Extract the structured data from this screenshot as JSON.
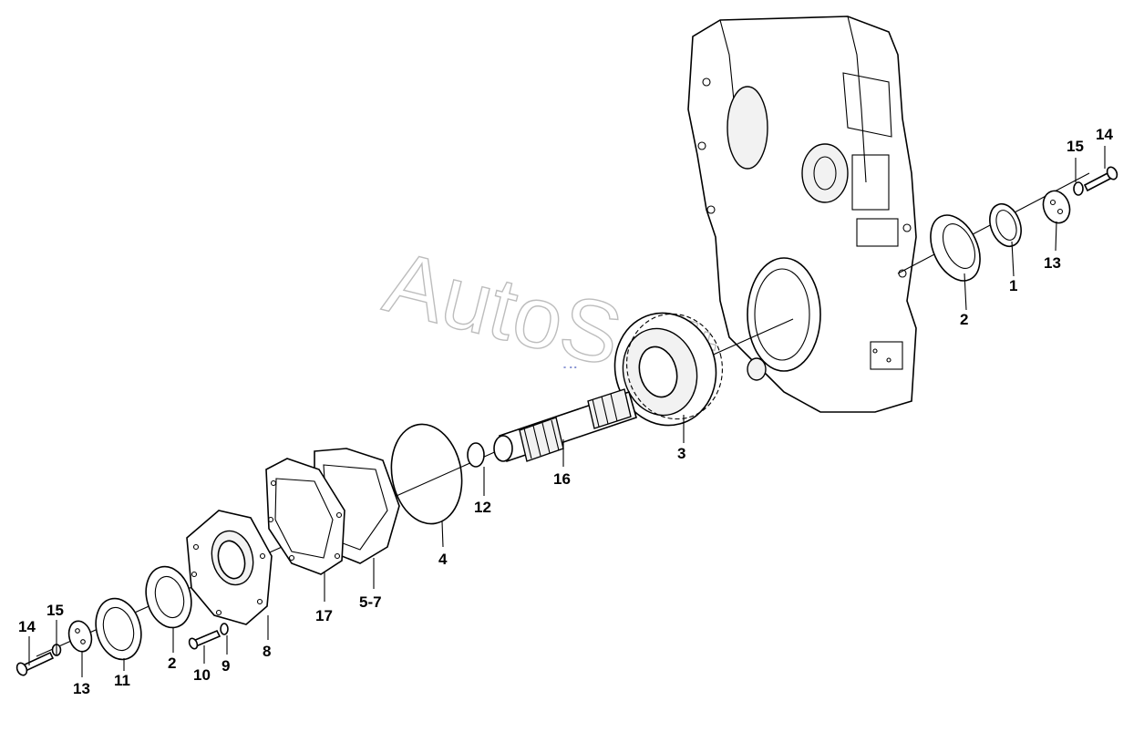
{
  "watermark": "AutoSoft",
  "callouts": {
    "c1": "1",
    "c2_right": "2",
    "c2_left": "2",
    "c3": "3",
    "c4": "4",
    "c57": "5-7",
    "c8": "8",
    "c9": "9",
    "c10": "10",
    "c11": "11",
    "c12": "12",
    "c13_right": "13",
    "c13_left": "13",
    "c14_right": "14",
    "c14_left": "14",
    "c15_right": "15",
    "c15_left": "15",
    "c16": "16",
    "c17": "17"
  },
  "colors": {
    "line": "#000000",
    "watermark": "#bdbdbd",
    "background": "#ffffff"
  }
}
